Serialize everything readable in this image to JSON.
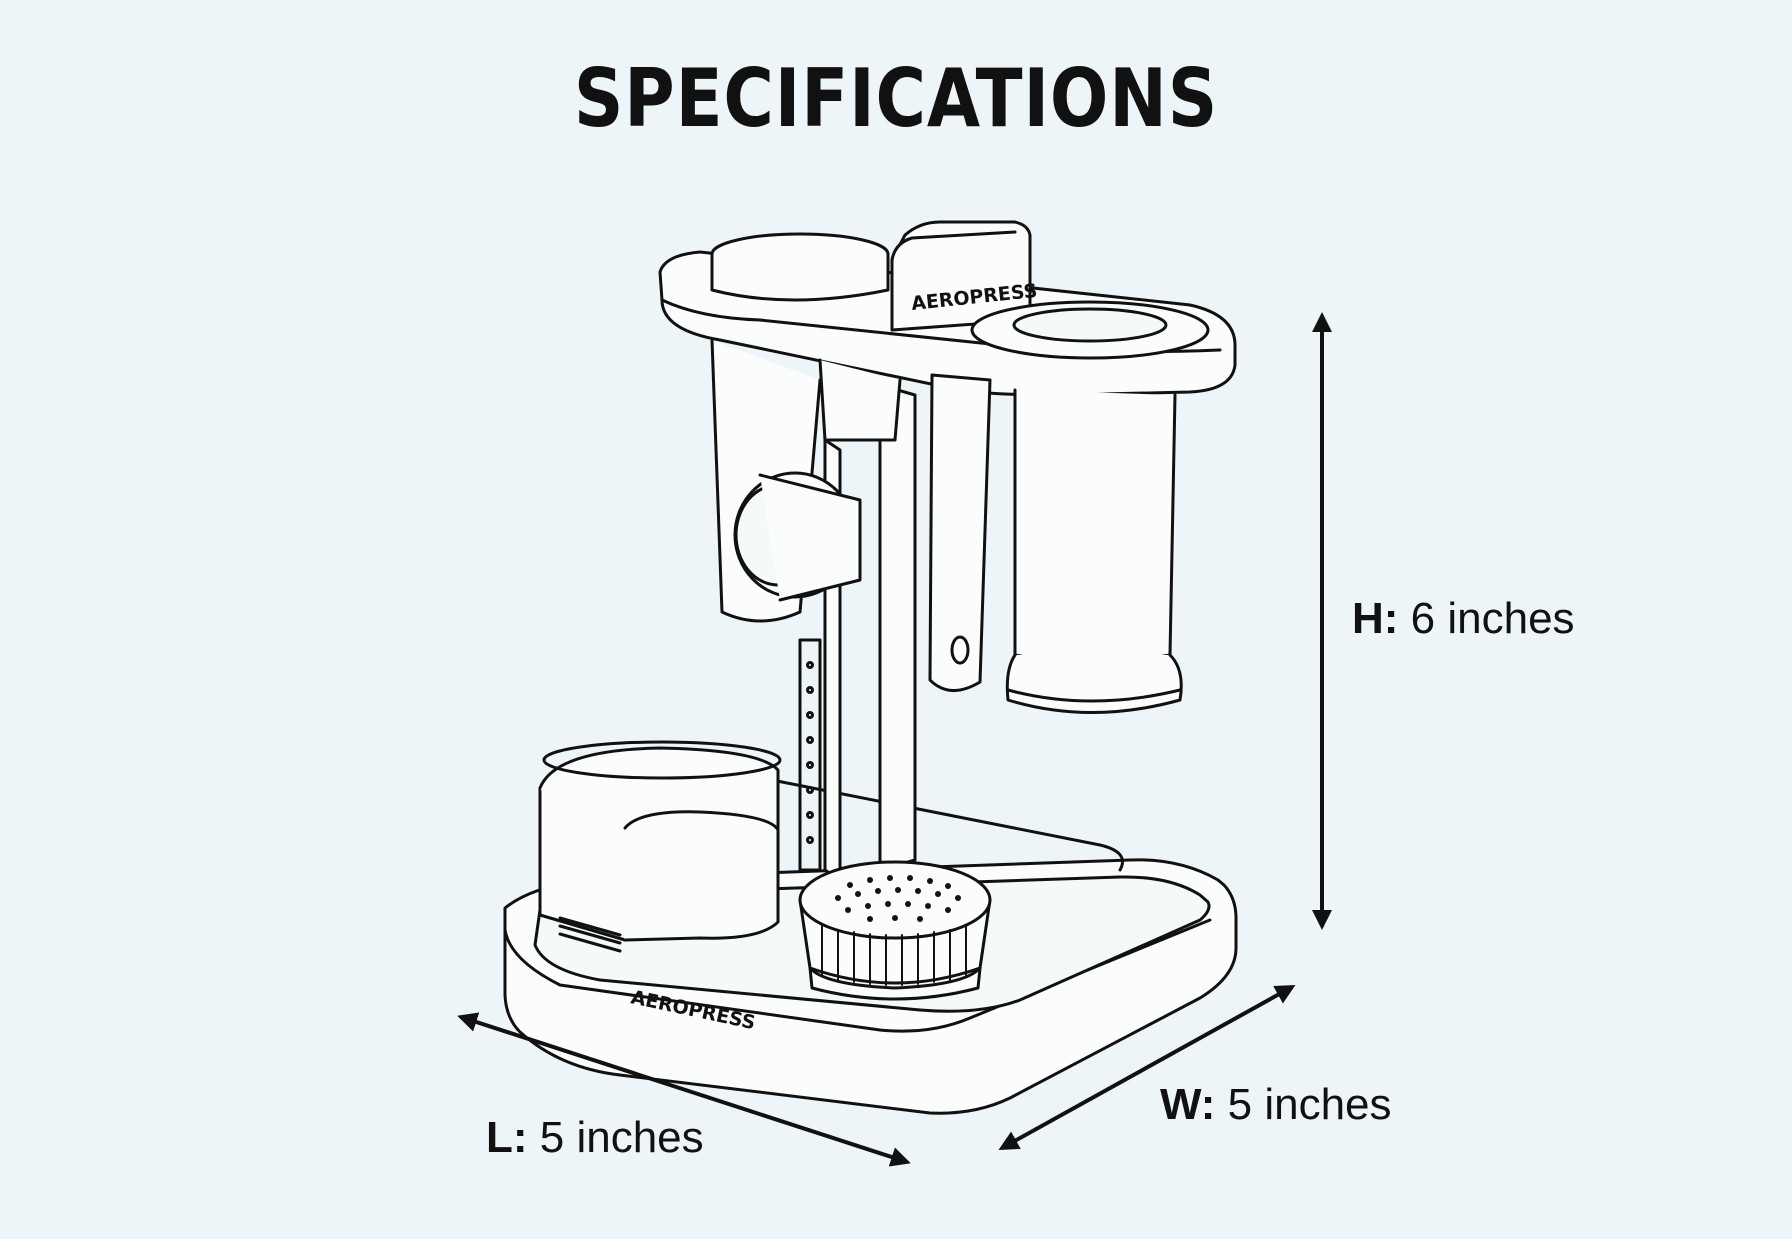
{
  "title": "SPECIFICATIONS",
  "dimensions": {
    "height": {
      "key": "H:",
      "value": "6 inches"
    },
    "width": {
      "key": "W:",
      "value": "5 inches"
    },
    "length": {
      "key": "L:",
      "value": "5 inches"
    }
  },
  "brand": {
    "top": "AEROPRESS",
    "base": "AEROPRESS"
  },
  "colors": {
    "background": "#eef5f8",
    "line": "#111111",
    "fill": "#fbfdfd"
  }
}
